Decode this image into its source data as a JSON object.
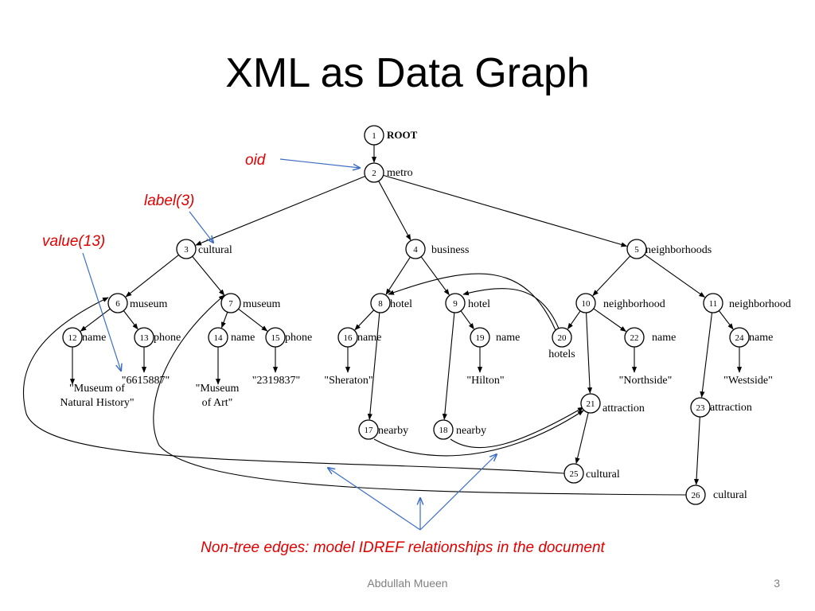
{
  "slide": {
    "title": "XML as Data Graph",
    "footer_author": "Abdullah Mueen",
    "page_number": "3"
  },
  "annotations": {
    "oid": "oid",
    "label": "label(3)",
    "value": "value(13)",
    "non_tree": "Non-tree edges: model IDREF relationships in the document"
  },
  "nodes": [
    {
      "id": "1",
      "label": "ROOT"
    },
    {
      "id": "2",
      "label": "metro"
    },
    {
      "id": "3",
      "label": "cultural"
    },
    {
      "id": "4",
      "label": "business"
    },
    {
      "id": "5",
      "label": "neighborhoods"
    },
    {
      "id": "6",
      "label": "museum"
    },
    {
      "id": "7",
      "label": "museum"
    },
    {
      "id": "8",
      "label": "hotel"
    },
    {
      "id": "9",
      "label": "hotel"
    },
    {
      "id": "10",
      "label": "neighborhood"
    },
    {
      "id": "11",
      "label": "neighborhood"
    },
    {
      "id": "12",
      "label": "name"
    },
    {
      "id": "13",
      "label": "phone"
    },
    {
      "id": "14",
      "label": "name"
    },
    {
      "id": "15",
      "label": "phone"
    },
    {
      "id": "16",
      "label": "name"
    },
    {
      "id": "19",
      "label": "name"
    },
    {
      "id": "20",
      "label": "hotels"
    },
    {
      "id": "22",
      "label": "name"
    },
    {
      "id": "24",
      "label": "name"
    },
    {
      "id": "21",
      "label": "attraction"
    },
    {
      "id": "23",
      "label": "attraction"
    },
    {
      "id": "17",
      "label": "nearby"
    },
    {
      "id": "18",
      "label": "nearby"
    },
    {
      "id": "25",
      "label": "cultural"
    },
    {
      "id": "26",
      "label": "cultural"
    }
  ],
  "values": [
    {
      "of": "12",
      "lines": [
        "\"Museum of",
        "Natural History\""
      ]
    },
    {
      "of": "13",
      "lines": [
        "\"6615887\""
      ]
    },
    {
      "of": "14",
      "lines": [
        "\"Museum",
        "of Art\""
      ]
    },
    {
      "of": "15",
      "lines": [
        "\"2319837\""
      ]
    },
    {
      "of": "16",
      "lines": [
        "\"Sheraton\""
      ]
    },
    {
      "of": "19",
      "lines": [
        "\"Hilton\""
      ]
    },
    {
      "of": "22",
      "lines": [
        "\"Northside\""
      ]
    },
    {
      "of": "24",
      "lines": [
        "\"Westside\""
      ]
    }
  ],
  "edges": [
    [
      "1",
      "2"
    ],
    [
      "2",
      "3"
    ],
    [
      "2",
      "4"
    ],
    [
      "2",
      "5"
    ],
    [
      "3",
      "6"
    ],
    [
      "3",
      "7"
    ],
    [
      "4",
      "8"
    ],
    [
      "4",
      "9"
    ],
    [
      "5",
      "10"
    ],
    [
      "5",
      "11"
    ],
    [
      "6",
      "12"
    ],
    [
      "6",
      "13"
    ],
    [
      "7",
      "14"
    ],
    [
      "7",
      "15"
    ],
    [
      "8",
      "16"
    ],
    [
      "8",
      "17"
    ],
    [
      "9",
      "19"
    ],
    [
      "9",
      "18"
    ],
    [
      "10",
      "20"
    ],
    [
      "10",
      "22"
    ],
    [
      "10",
      "21"
    ],
    [
      "11",
      "24"
    ],
    [
      "11",
      "23"
    ],
    [
      "21",
      "25"
    ],
    [
      "23",
      "26"
    ]
  ],
  "non_tree_edges": [
    [
      "20",
      "8"
    ],
    [
      "20",
      "9"
    ],
    [
      "17",
      "21"
    ],
    [
      "18",
      "21"
    ],
    [
      "25",
      "6"
    ],
    [
      "26",
      "7"
    ]
  ]
}
